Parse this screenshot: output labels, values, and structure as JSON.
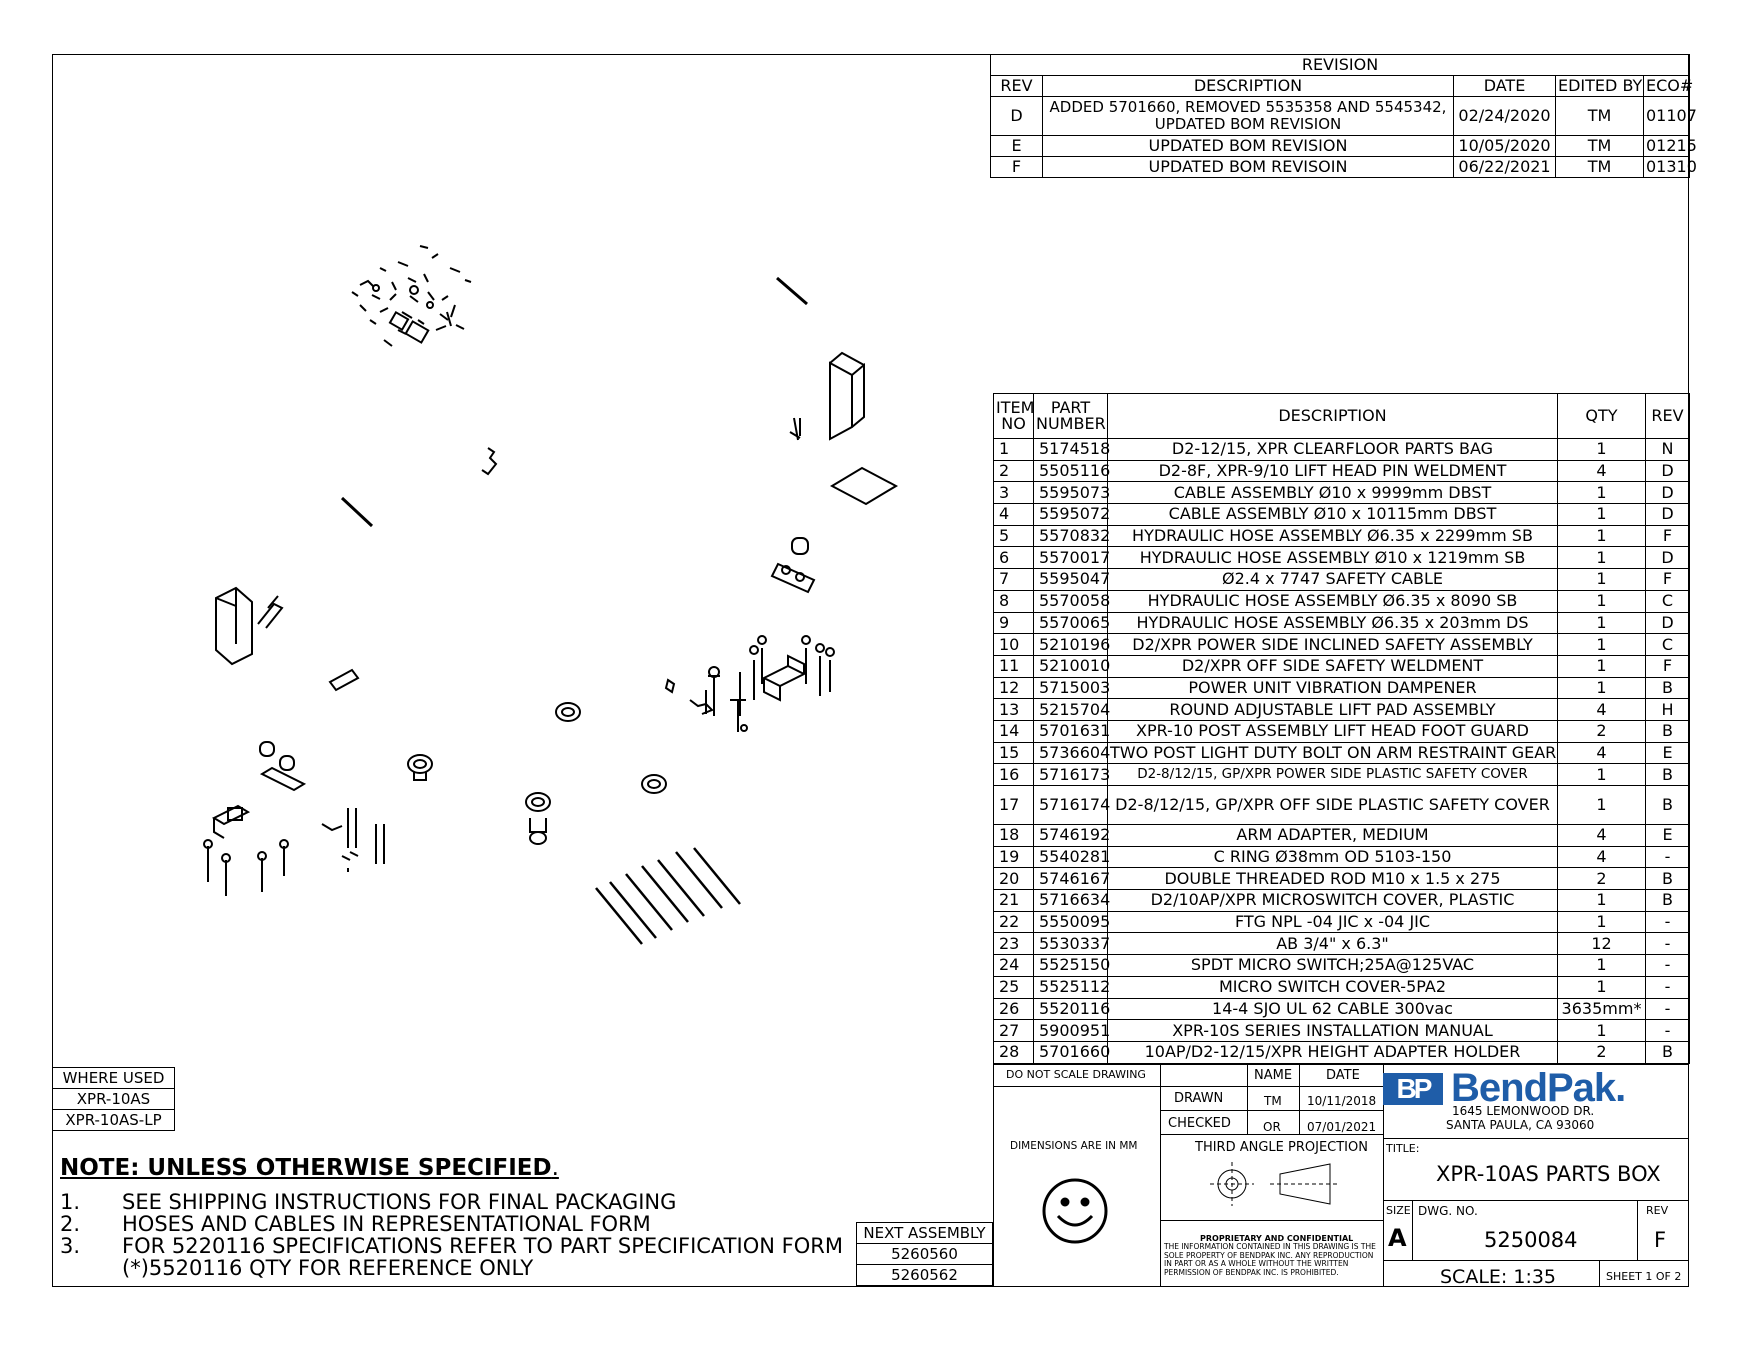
{
  "revision": {
    "title": "REVISION",
    "headers": [
      "REV",
      "DESCRIPTION",
      "DATE",
      "EDITED BY",
      "ECO#"
    ],
    "rows": [
      [
        "D",
        "ADDED 5701660, REMOVED 5535358 AND 5545342, UPDATED BOM REVISION",
        "02/24/2020",
        "TM",
        "01107"
      ],
      [
        "E",
        "UPDATED BOM REVISION",
        "10/05/2020",
        "TM",
        "01215"
      ],
      [
        "F",
        "UPDATED BOM REVISOIN",
        "06/22/2021",
        "TM",
        "01310"
      ]
    ]
  },
  "bom": {
    "headers": [
      "ITEM NO",
      "PART NUMBER",
      "DESCRIPTION",
      "QTY",
      "REV"
    ],
    "rows": [
      [
        "1",
        "5174518",
        "D2-12/15, XPR CLEARFLOOR PARTS BAG",
        "1",
        "N"
      ],
      [
        "2",
        "5505116",
        "D2-8F, XPR-9/10  LIFT HEAD PIN WELDMENT",
        "4",
        "D"
      ],
      [
        "3",
        "5595073",
        "CABLE ASSEMBLY Ø10 x 9999mm DBST",
        "1",
        "D"
      ],
      [
        "4",
        "5595072",
        "CABLE ASSEMBLY Ø10 x 10115mm DBST",
        "1",
        "D"
      ],
      [
        "5",
        "5570832",
        "HYDRAULIC HOSE ASSEMBLY Ø6.35 x 2299mm SB",
        "1",
        "F"
      ],
      [
        "6",
        "5570017",
        "HYDRAULIC HOSE ASSEMBLY Ø10 x 1219mm SB",
        "1",
        "D"
      ],
      [
        "7",
        "5595047",
        "Ø2.4 x 7747 SAFETY CABLE",
        "1",
        "F"
      ],
      [
        "8",
        "5570058",
        "HYDRAULIC HOSE ASSEMBLY Ø6.35 x 8090 SB",
        "1",
        "C"
      ],
      [
        "9",
        "5570065",
        "HYDRAULIC HOSE ASSEMBLY Ø6.35 x 203mm DS",
        "1",
        "D"
      ],
      [
        "10",
        "5210196",
        "D2/XPR POWER SIDE INCLINED SAFETY ASSEMBLY",
        "1",
        "C"
      ],
      [
        "11",
        "5210010",
        "D2/XPR OFF SIDE SAFETY WELDMENT",
        "1",
        "F"
      ],
      [
        "12",
        "5715003",
        "POWER UNIT VIBRATION DAMPENER",
        "1",
        "B"
      ],
      [
        "13",
        "5215704",
        "ROUND ADJUSTABLE LIFT PAD ASSEMBLY",
        "4",
        "H"
      ],
      [
        "14",
        "5701631",
        "XPR-10 POST ASSEMBLY LIFT HEAD FOOT GUARD",
        "2",
        "B"
      ],
      [
        "15",
        "5736604",
        "TWO POST LIGHT DUTY BOLT ON ARM RESTRAINT GEAR",
        "4",
        "E"
      ],
      [
        "16",
        "5716173",
        "D2-8/12/15, GP/XPR POWER SIDE PLASTIC SAFETY COVER",
        "1",
        "B"
      ],
      [
        "17",
        "5716174",
        "D2-8/12/15, GP/XPR OFF SIDE PLASTIC SAFETY COVER",
        "1",
        "B"
      ],
      [
        "18",
        "5746192",
        "ARM ADAPTER, MEDIUM",
        "4",
        "E"
      ],
      [
        "19",
        "5540281",
        "C RING Ø38mm OD 5103-150",
        "4",
        "-"
      ],
      [
        "20",
        "5746167",
        "DOUBLE THREADED ROD M10 x 1.5 x 275",
        "2",
        "B"
      ],
      [
        "21",
        "5716634",
        "D2/10AP/XPR MICROSWITCH COVER, PLASTIC",
        "1",
        "B"
      ],
      [
        "22",
        "5550095",
        "FTG NPL -04 JIC x -04 JIC",
        "1",
        "-"
      ],
      [
        "23",
        "5530337",
        "AB 3/4\" x 6.3\"",
        "12",
        "-"
      ],
      [
        "24",
        "5525150",
        "SPDT MICRO SWITCH;25A@125VAC",
        "1",
        "-"
      ],
      [
        "25",
        "5525112",
        "MICRO SWITCH COVER-5PA2",
        "1",
        "-"
      ],
      [
        "26",
        "5520116",
        "14-4 SJO UL 62 CABLE 300vac",
        "3635mm*",
        "-"
      ],
      [
        "27",
        "5900951",
        "XPR-10S SERIES INSTALLATION MANUAL",
        "1",
        "-"
      ],
      [
        "28",
        "5701660",
        "10AP/D2-12/15/XPR HEIGHT ADAPTER HOLDER",
        "2",
        "B"
      ]
    ]
  },
  "where_used": {
    "title": "WHERE USED",
    "items": [
      "XPR-10AS",
      "XPR-10AS-LP"
    ]
  },
  "next_assembly": {
    "title": "NEXT ASSEMBLY",
    "items": [
      "5260560",
      "5260562"
    ]
  },
  "notes": {
    "heading": "NOTE: UNLESS OTHERWISE SPECIFIED",
    "items": [
      {
        "num": "1.",
        "text": "SEE SHIPPING INSTRUCTIONS FOR FINAL PACKAGING"
      },
      {
        "num": "2.",
        "text": "HOSES AND CABLES IN REPRESENTATIONAL FORM"
      },
      {
        "num": "3.",
        "text": "FOR 5220116 SPECIFICATIONS REFER TO PART SPECIFICATION FORM"
      },
      {
        "num": "",
        "text": "(*)5520116 QTY FOR REFERENCE ONLY"
      }
    ]
  },
  "title_block": {
    "do_not_scale": "DO NOT SCALE DRAWING",
    "name_label": "NAME",
    "date_label": "DATE",
    "drawn_label": "DRAWN",
    "drawn_name": "TM",
    "drawn_date": "10/11/2018",
    "checked_label": "CHECKED",
    "checked_name": "OR",
    "checked_date": "07/01/2021",
    "dimensions": "DIMENSIONS ARE IN MM",
    "projection": "THIRD ANGLE PROJECTION",
    "proprietary_title": "PROPRIETARY AND CONFIDENTIAL",
    "proprietary_text": "THE INFORMATION CONTAINED IN THIS DRAWING IS THE SOLE PROPERTY OF BENDPAK INC. ANY REPRODUCTION IN PART OR AS A WHOLE WITHOUT THE WRITTEN PERMISSION OF BENDPAK INC. IS PROHIBITED.",
    "logo_bp": "BP",
    "logo_name": "BendPak.",
    "address1": "1645 LEMONWOOD DR.",
    "address2": "SANTA PAULA, CA 93060",
    "title_label": "TITLE:",
    "title": "XPR-10AS PARTS BOX",
    "size_label": "SIZE",
    "size": "A",
    "dwg_label": "DWG.  NO.",
    "dwg_no": "5250084",
    "rev_label": "REV",
    "rev": "F",
    "scale": "SCALE: 1:35",
    "sheet": "SHEET 1 OF 2"
  }
}
